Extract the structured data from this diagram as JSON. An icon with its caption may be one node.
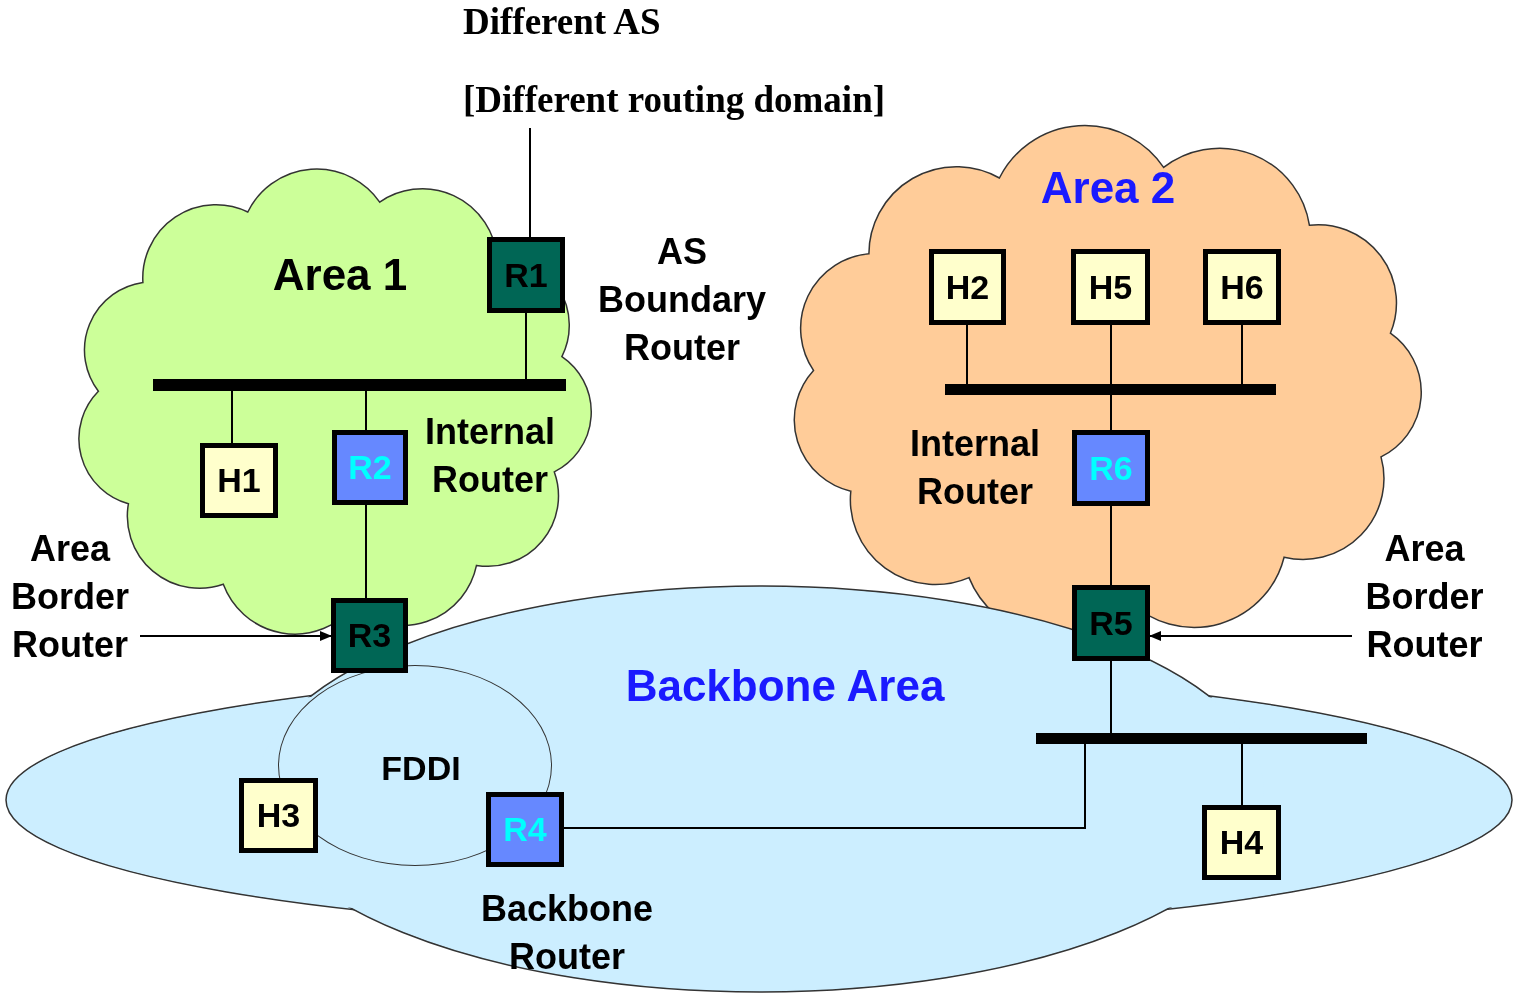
{
  "diagram": {
    "nodes": [
      {
        "text": [
          "Different AS",
          "[Different routing domain]"
        ]
      },
      {
        "text": [
          "Area 1"
        ]
      },
      {
        "text": [
          "R1"
        ],
        "in": 1
      },
      {
        "text": [],
        "shape": "bar",
        "in": 1
      },
      {
        "text": [
          "H1"
        ],
        "in": 1
      },
      {
        "text": [
          "R2"
        ],
        "in": 1
      },
      {
        "text": [
          "Area 2"
        ]
      },
      {
        "text": [
          "H2"
        ],
        "in": 6
      },
      {
        "text": [
          "H5"
        ],
        "in": 6
      },
      {
        "text": [
          "H6"
        ],
        "in": 6
      },
      {
        "text": [],
        "shape": "bar",
        "in": 6
      },
      {
        "text": [
          "R6"
        ],
        "in": 6
      },
      {
        "text": [
          "Area Border Router"
        ]
      },
      {
        "text": [
          "R3"
        ]
      },
      {
        "text": [
          "Backbone Area"
        ]
      },
      {
        "text": [
          "FDDI"
        ],
        "in": 14
      },
      {
        "text": [
          "H3"
        ],
        "in": 14
      },
      {
        "text": [
          "R4"
        ],
        "in": 14
      },
      {
        "text": [
          "R5"
        ]
      },
      {
        "text": [],
        "shape": "bar",
        "in": 14
      },
      {
        "text": [
          "H4"
        ],
        "in": 14
      },
      {
        "text": [
          "Area Border Router"
        ]
      }
    ],
    "edges": [
      {
        "from": 2,
        "to": 0,
        "arrow": "none"
      },
      {
        "from": 2,
        "to": 3,
        "arrow": "none"
      },
      {
        "from": 3,
        "to": 4,
        "arrow": "none"
      },
      {
        "from": 3,
        "to": 5,
        "arrow": "none"
      },
      {
        "from": 5,
        "to": 13,
        "arrow": "none"
      },
      {
        "from": 7,
        "to": 10,
        "arrow": "none"
      },
      {
        "from": 8,
        "to": 10,
        "arrow": "none"
      },
      {
        "from": 9,
        "to": 10,
        "arrow": "none"
      },
      {
        "from": 10,
        "to": 11,
        "arrow": "none"
      },
      {
        "from": 11,
        "to": 18,
        "arrow": "none"
      },
      {
        "from": 18,
        "to": 19,
        "arrow": "none"
      },
      {
        "from": 19,
        "to": 17,
        "arrow": "none"
      },
      {
        "from": 19,
        "to": 20,
        "arrow": "none"
      },
      {
        "from": 12,
        "to": 13,
        "arrow": "to"
      },
      {
        "from": 21,
        "to": 18,
        "arrow": "to"
      }
    ],
    "labels": [
      "AS Boundary Router",
      "Internal Router",
      "Internal Router",
      "Backbone Router"
    ]
  }
}
